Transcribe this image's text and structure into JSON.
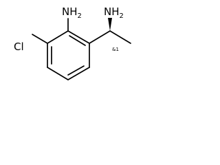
{
  "molecule": {
    "atom_labels": {
      "ring_amine": "NH2",
      "side_amine": "NH2",
      "chlorine": "Cl"
    },
    "stereo_label": "&1",
    "colors": {
      "bond": "#000000",
      "text": "#000000",
      "background": "#ffffff"
    }
  }
}
